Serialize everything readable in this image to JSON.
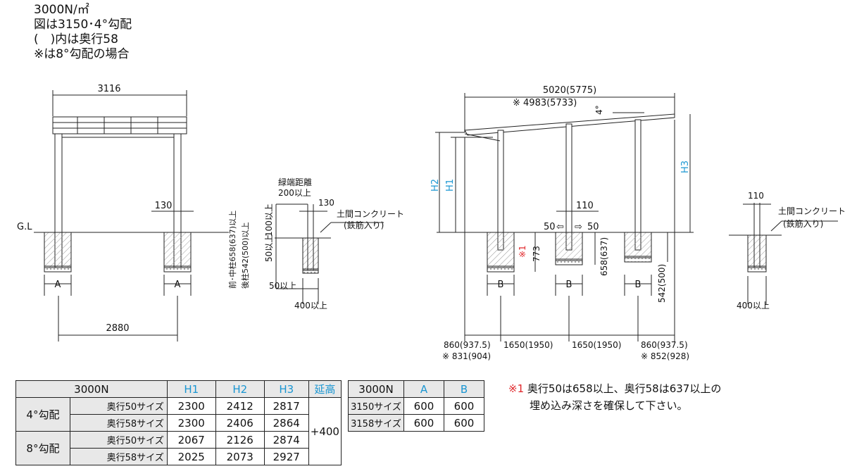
{
  "notes": {
    "line1": "3000N/㎡",
    "line2": "図は3150･4°勾配",
    "line3": "(　)内は奥行58",
    "line4": "※は8°勾配の場合"
  },
  "front": {
    "width_top": "3116",
    "gl": "G.L",
    "post_dim": "130",
    "foot_a1": "A",
    "foot_a2": "A",
    "span": "2880",
    "depth_front": "前･中柱658(637)以上",
    "depth_rear": "後柱542(500)以上"
  },
  "detail1": {
    "edge_label": "緑端距離",
    "edge_value": "200以上",
    "post_w": "130",
    "concrete_1": "土間コンクリート",
    "concrete_2": "(鉄筋入り)",
    "up100": "100以上",
    "up50a": "50以上",
    "up50b": "50以上",
    "w400": "400以上"
  },
  "side": {
    "total": "5020(5775)",
    "total_alt": "※ 4983(5733)",
    "angle": "4°",
    "h1": "H1",
    "h2": "H2",
    "h3": "H3",
    "post_w": "110",
    "offset_l": "50",
    "offset_r": "50",
    "mark1": "※1",
    "d773": "773",
    "d658": "658(637)",
    "d542": "542(500)",
    "foot_b1": "B",
    "foot_b2": "B",
    "foot_b3": "B",
    "dim_860l": "860(937.5)",
    "dim_831": "※ 831(904)",
    "dim_1650a": "1650(1950)",
    "dim_1650b": "1650(1950)",
    "dim_860r": "860(937.5)",
    "dim_852": "※ 852(928)"
  },
  "detail2": {
    "post_w": "110",
    "concrete_1": "土間コンクリート",
    "concrete_2": "(鉄筋入り)",
    "w400": "400以上"
  },
  "table1": {
    "headers": [
      "3000N",
      "H1",
      "H2",
      "H3",
      "延高"
    ],
    "groups": [
      "4°勾配",
      "8°勾配"
    ],
    "rows": [
      {
        "sub": "奥行50サイズ",
        "h1": "2300",
        "h2": "2412",
        "h3": "2817"
      },
      {
        "sub": "奥行58サイズ",
        "h1": "2300",
        "h2": "2406",
        "h3": "2864"
      },
      {
        "sub": "奥行50サイズ",
        "h1": "2067",
        "h2": "2126",
        "h3": "2874"
      },
      {
        "sub": "奥行58サイズ",
        "h1": "2025",
        "h2": "2073",
        "h3": "2927"
      }
    ],
    "extension": "+400"
  },
  "table2": {
    "headers": [
      "3000N",
      "A",
      "B"
    ],
    "rows": [
      {
        "name": "3150サイズ",
        "a": "600",
        "b": "600"
      },
      {
        "name": "3158サイズ",
        "a": "600",
        "b": "600"
      }
    ]
  },
  "footnote": {
    "mark": "※1",
    "line1": "奥行50は658以上、奥行58は637以上の",
    "line2": "埋め込み深さを確保して下さい。"
  },
  "colors": {
    "blue": "#1a96d2",
    "red": "#e0262a",
    "line": "#222222",
    "header_bg": "#e8e8e8"
  }
}
